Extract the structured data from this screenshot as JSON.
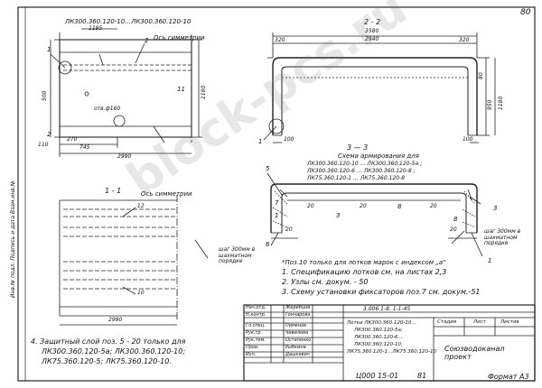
{
  "sheet": {
    "page_number": "80",
    "format": "Формат А3",
    "bottom_code": "Ц000 15-01",
    "bottom_page": "81",
    "watermark": "block-pcs.ru",
    "left_margin_stamp": "Инв.№ подл. Подпись и дата Взам.инв.№"
  },
  "plan_view": {
    "title": "ЛК300.360.120-10…ЛК300.360.120-10",
    "axis_label": "Ось симметрии",
    "dims": {
      "top_width": "1195",
      "total_length": "2990",
      "left_part": "745",
      "inner_left": "270",
      "bottom_offset": "110",
      "height_left": "500",
      "height_right": "1180",
      "hole": "отв.ф160"
    },
    "callouts": [
      "1",
      "2",
      "2",
      "11"
    ]
  },
  "section_2_2": {
    "title": "2 - 2",
    "dims": {
      "overall": "3580",
      "inner": "2940",
      "left_wall": "320",
      "right_wall": "320",
      "height": "1180",
      "base": "100",
      "bottom": "100",
      "right_h1": "80",
      "right_h2": "950"
    },
    "callouts": [
      "1"
    ]
  },
  "section_1_1": {
    "title": "1 - 1",
    "axis_label": "Ось симметрии",
    "dims": {
      "total": "2990",
      "gap_top": "12",
      "gap_bottom": "10"
    },
    "note": "шаг 300мм в шахматном порядке"
  },
  "section_3_3": {
    "title": "3 — 3",
    "reinforcement_header": "Схема армирования для",
    "reinforcement_lines": [
      "ЛК300.360.120-10 … ЛК300.360.120-5а ;",
      "ЛК300.360.120-6 … ЛК300.360.120-8 ;",
      "ЛК75.360.120-1 … ЛК75.360.120-8"
    ],
    "callouts": [
      "5",
      "7",
      "1",
      "20",
      "20",
      "8",
      "3",
      "3",
      "20",
      "6",
      "20",
      "8",
      "20",
      "1"
    ],
    "side_note_left": "шаг 300мм в шахматном порядке",
    "side_note_right": "шаг 300мм в шахматном порядке"
  },
  "notes": {
    "head": "*Поз.10 только для лотков марок с индексом „а\"",
    "items": [
      "1. Спецификацию лотков см. на листах 2,3",
      "2. Узлы см. докум. - 50",
      "3. Схему установки фиксаторов поз.7 см. докум.-51"
    ],
    "item4": [
      "4. Защитный слой поз. 5 - 20 только для",
      "ЛК300.360.120-5а; ЛК300.360.120-10;",
      "ЛК75.360.120-5; ЛК75.360.120-10."
    ]
  },
  "title_block": {
    "doc_code": "3.006.1-8. 1-1-45",
    "rows": [
      [
        "Нач.отд.",
        "Жеребцов"
      ],
      [
        "Н.контр.",
        "Гончарова"
      ],
      [
        "Гл.спец.",
        "Пименов"
      ],
      [
        "Рук.гр.",
        "Чивилёва"
      ],
      [
        "Рук.тем.",
        "Остапенко"
      ],
      [
        "Пров.",
        "Рыбкина"
      ],
      [
        "Исп.",
        "Дашкевич"
      ]
    ],
    "product_lines": [
      "Лотки ЛК300.360.120-10…",
      "ЛК300.360.120-5а;",
      "ЛК300.360.120-6…",
      "ЛК300.360.120-10;",
      "ЛК75.360.120-1…ЛК75.360.120-10"
    ],
    "col_headers": [
      "Стадия",
      "Лист",
      "Листов"
    ],
    "org": "Союзводоканал проект"
  }
}
